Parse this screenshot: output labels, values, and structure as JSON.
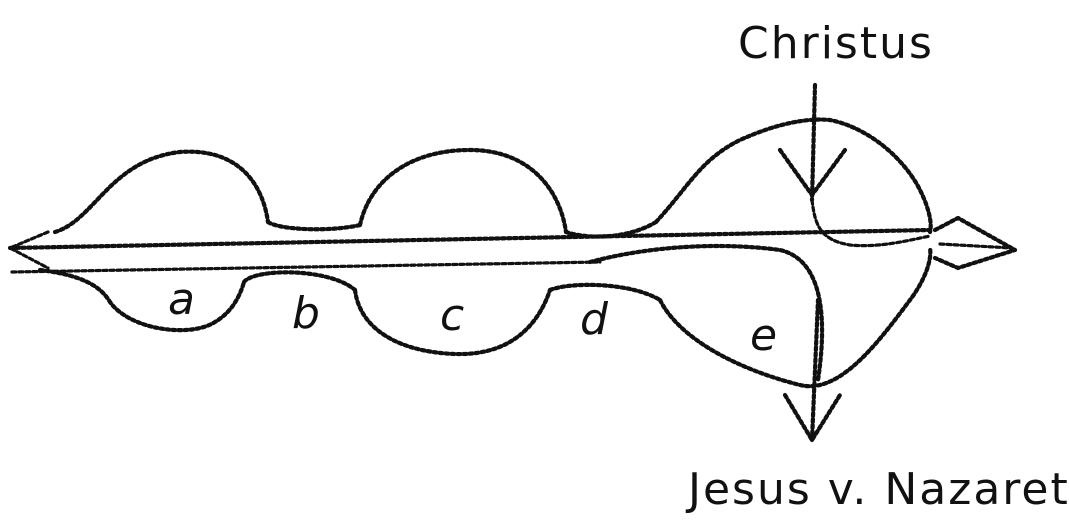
{
  "diagram": {
    "labels": {
      "top": "Christus",
      "bottom": "Jesus v. Nazareth"
    },
    "segments": [
      "a",
      "b",
      "c",
      "d",
      "e"
    ],
    "colors": {
      "ink": "#111111",
      "background": "#ffffff"
    }
  }
}
